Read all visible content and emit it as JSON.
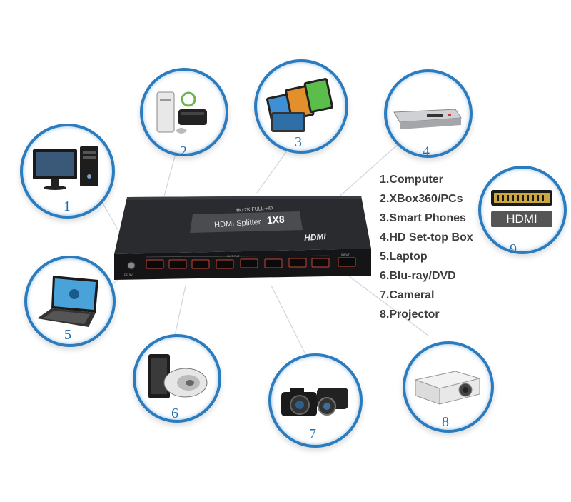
{
  "device": {
    "title": "HDMI Splitter",
    "model": "1X8",
    "subtitle": "4Kx2K FULL-HD",
    "brand": "HDMI",
    "port_group_label": "OUT PUT",
    "input_label": "INPUT",
    "dc_label": "DC 5V"
  },
  "legend": [
    "1.Computer",
    "2.XBox360/PCs",
    "3.Smart Phones",
    "4.HD Set-top Box",
    "5.Laptop",
    "6.Blu-ray/DVD",
    "7.Cameral",
    "8.Projector"
  ],
  "devices": [
    {
      "number": "1",
      "icon": "computer-icon"
    },
    {
      "number": "2",
      "icon": "game-console-icon"
    },
    {
      "number": "3",
      "icon": "smart-phones-icon"
    },
    {
      "number": "4",
      "icon": "set-top-box-icon"
    },
    {
      "number": "5",
      "icon": "laptop-icon"
    },
    {
      "number": "6",
      "icon": "bluray-dvd-icon"
    },
    {
      "number": "7",
      "icon": "camera-icon"
    },
    {
      "number": "8",
      "icon": "projector-icon"
    },
    {
      "number": "9",
      "icon": "hdmi-cable-icon",
      "label": "HDMI"
    }
  ],
  "colors": {
    "ring": "#2b7bbf",
    "number": "#1f6fb3",
    "device_body": "#1c1c1e"
  }
}
